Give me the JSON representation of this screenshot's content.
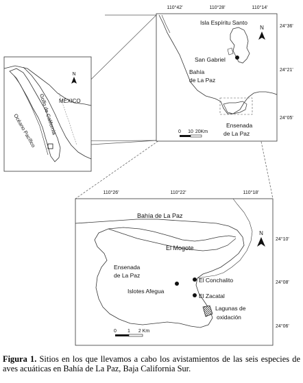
{
  "inset_map": {
    "country_label": "MÉXICO",
    "gulf_label": "Golfo de California",
    "ocean_label": "Océano Pacífico",
    "north_label": "N"
  },
  "bay_map": {
    "lon_labels": [
      "110°42'",
      "110°28'",
      "110°14'"
    ],
    "lat_labels": [
      "24°36'",
      "24°21'",
      "24°05'"
    ],
    "island_label": "Isla Espíritu Santo",
    "site_san_gabriel": "San Gabriel",
    "bay_label_line1": "Bahía",
    "bay_label_line2": "de La Paz",
    "ensenada_line1": "Ensenada",
    "ensenada_line2": "de La Paz",
    "north_label": "N",
    "scale_labels": [
      "0",
      "10",
      "20Km"
    ]
  },
  "detail_map": {
    "lon_labels": [
      "110°26'",
      "110°22'",
      "110°18'"
    ],
    "lat_labels": [
      "24°10'",
      "24°08'",
      "24°06'"
    ],
    "bay_label": "Bahía de La Paz",
    "mogote_label": "El Mogote",
    "ensenada_line1": "Ensenada",
    "ensenada_line2": "de La Paz",
    "site_islotes": "Islotes Afegua",
    "site_conchalito": "El Conchalito",
    "site_zacatal": "El Zacatal",
    "lagunas_line1": "Lagunas de",
    "lagunas_line2": "oxidación",
    "north_label": "N",
    "scale_labels": [
      "0",
      "1",
      "2 Km"
    ]
  },
  "caption": {
    "label": "Figura 1.",
    "text": " Sitios en los que llevamos a cabo los avistamientos de las seis especies de aves acuáticas en Bahía de La Paz, Baja California Sur."
  }
}
